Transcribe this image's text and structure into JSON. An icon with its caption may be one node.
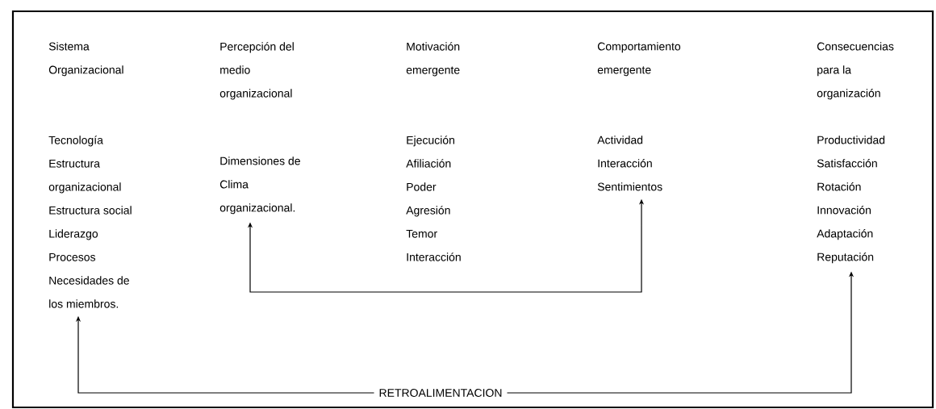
{
  "diagram": {
    "nodes": [
      {
        "text": [
          "Sistema Organizacional",
          "Tecnología",
          "Estructura organizacional",
          "Estructura social",
          "Liderazgo",
          "Procesos",
          "Necesidades de los miembros."
        ]
      },
      {
        "text": [
          "Percepción del medio organizacional",
          "Dimensiones de Clima organizacional."
        ]
      },
      {
        "text": [
          "Motivación emergente",
          "Ejecución",
          "Afiliación",
          "Poder",
          "Agresión",
          "Temor",
          "Interacción"
        ]
      },
      {
        "text": [
          "Comportamiento emergente",
          "Actividad",
          "Interacción",
          "Sentimientos"
        ]
      },
      {
        "text": [
          "Consecuencias para la organización",
          "Productividad",
          "Satisfacción",
          "Rotación",
          "Innovación",
          "Adaptación",
          "Reputación"
        ]
      }
    ],
    "edges": [
      {
        "from": 1,
        "to": 3,
        "arrow": "both"
      },
      {
        "from": 0,
        "to": 4,
        "arrow": "both",
        "label": "RETROALIMENTACION"
      }
    ]
  }
}
